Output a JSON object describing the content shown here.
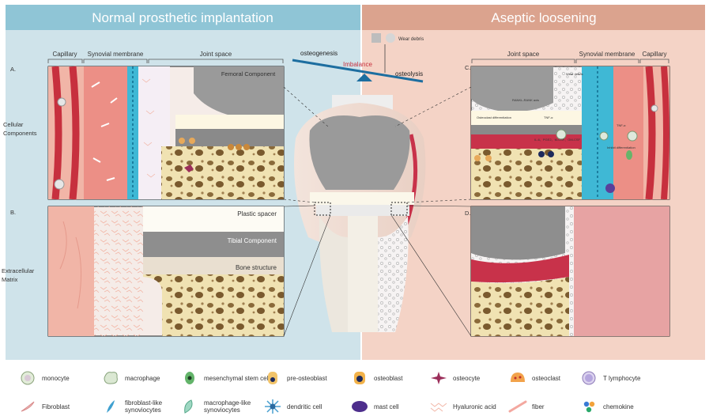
{
  "left_panel": {
    "title": "Normal prosthetic implantation",
    "row_labels": {
      "cellular_line1": "Cellular",
      "cellular_line2": "Components",
      "ecm_line1": "Extracellular",
      "ecm_line2": "Matrix"
    },
    "panel_a": {
      "letter": "A.",
      "regions": [
        "Capillary",
        "Synovial membrane",
        "Joint space"
      ],
      "component": "Femoral Component"
    },
    "panel_b": {
      "letter": "B.",
      "labels": [
        "Plastic spacer",
        "Tibial Component",
        "Bone structure"
      ]
    }
  },
  "right_panel": {
    "title": "Aseptic loosening",
    "panel_c": {
      "letter": "C.",
      "regions": [
        "Joint space",
        "Synovial membrane",
        "Capillary"
      ],
      "small_labels": [
        "RANKL-RANK axis",
        "Osteoclast differentiation",
        "TNF-α",
        "TNF-α",
        "IL-6、PGE2、M-CSF、GM-CSF",
        "Wear debris",
        "Inhibit differentiation"
      ]
    },
    "panel_d": {
      "letter": "D."
    }
  },
  "center": {
    "wear_debris": "Wear debris",
    "osteogenesis": "osteogenesis",
    "imbalance": "Imbalance",
    "osteolysis": "osteolysis"
  },
  "legend": [
    {
      "label": "monocyte",
      "icon": "monocyte-icon"
    },
    {
      "label": "macrophage",
      "icon": "macrophage-icon"
    },
    {
      "label": "mesenchymal stem cell",
      "icon": "msc-icon"
    },
    {
      "label": "pre-osteoblast",
      "icon": "pre-osteoblast-icon"
    },
    {
      "label": "osteoblast",
      "icon": "osteoblast-icon"
    },
    {
      "label": "osteocyte",
      "icon": "osteocyte-icon"
    },
    {
      "label": "osteoclast",
      "icon": "osteoclast-icon"
    },
    {
      "label": "T lymphocyte",
      "icon": "t-lymphocyte-icon"
    },
    {
      "label": "Fibroblast",
      "icon": "fibroblast-icon"
    },
    {
      "label": "fibroblast-like synoviocytes",
      "line1": "fibroblast-like",
      "line2": "synoviocytes",
      "icon": "fls-icon"
    },
    {
      "label": "macrophage-like synoviocytes",
      "line1": "macrophage-like",
      "line2": "synoviocytes",
      "icon": "mls-icon"
    },
    {
      "label": "dendritic cell",
      "icon": "dendritic-cell-icon"
    },
    {
      "label": "mast cell",
      "icon": "mast-cell-icon"
    },
    {
      "label": "Hyaluronic acid",
      "icon": "hyaluronic-acid-icon"
    },
    {
      "label": "fiber",
      "icon": "fiber-icon"
    },
    {
      "label": "chemokine",
      "icon": "chemokine-icon"
    }
  ],
  "colors": {
    "left_bg": "#cfe3ea",
    "left_header": "#8fc5d6",
    "right_bg": "#f4d3c6",
    "right_header": "#dba38e",
    "bone": "#f0e2b2",
    "bone_pore": "#8a6a3a",
    "implant": "#9a9a9a",
    "capillary": "#c7303e",
    "synovium": "#3fb8d5",
    "inflamed": "#c8324a"
  }
}
